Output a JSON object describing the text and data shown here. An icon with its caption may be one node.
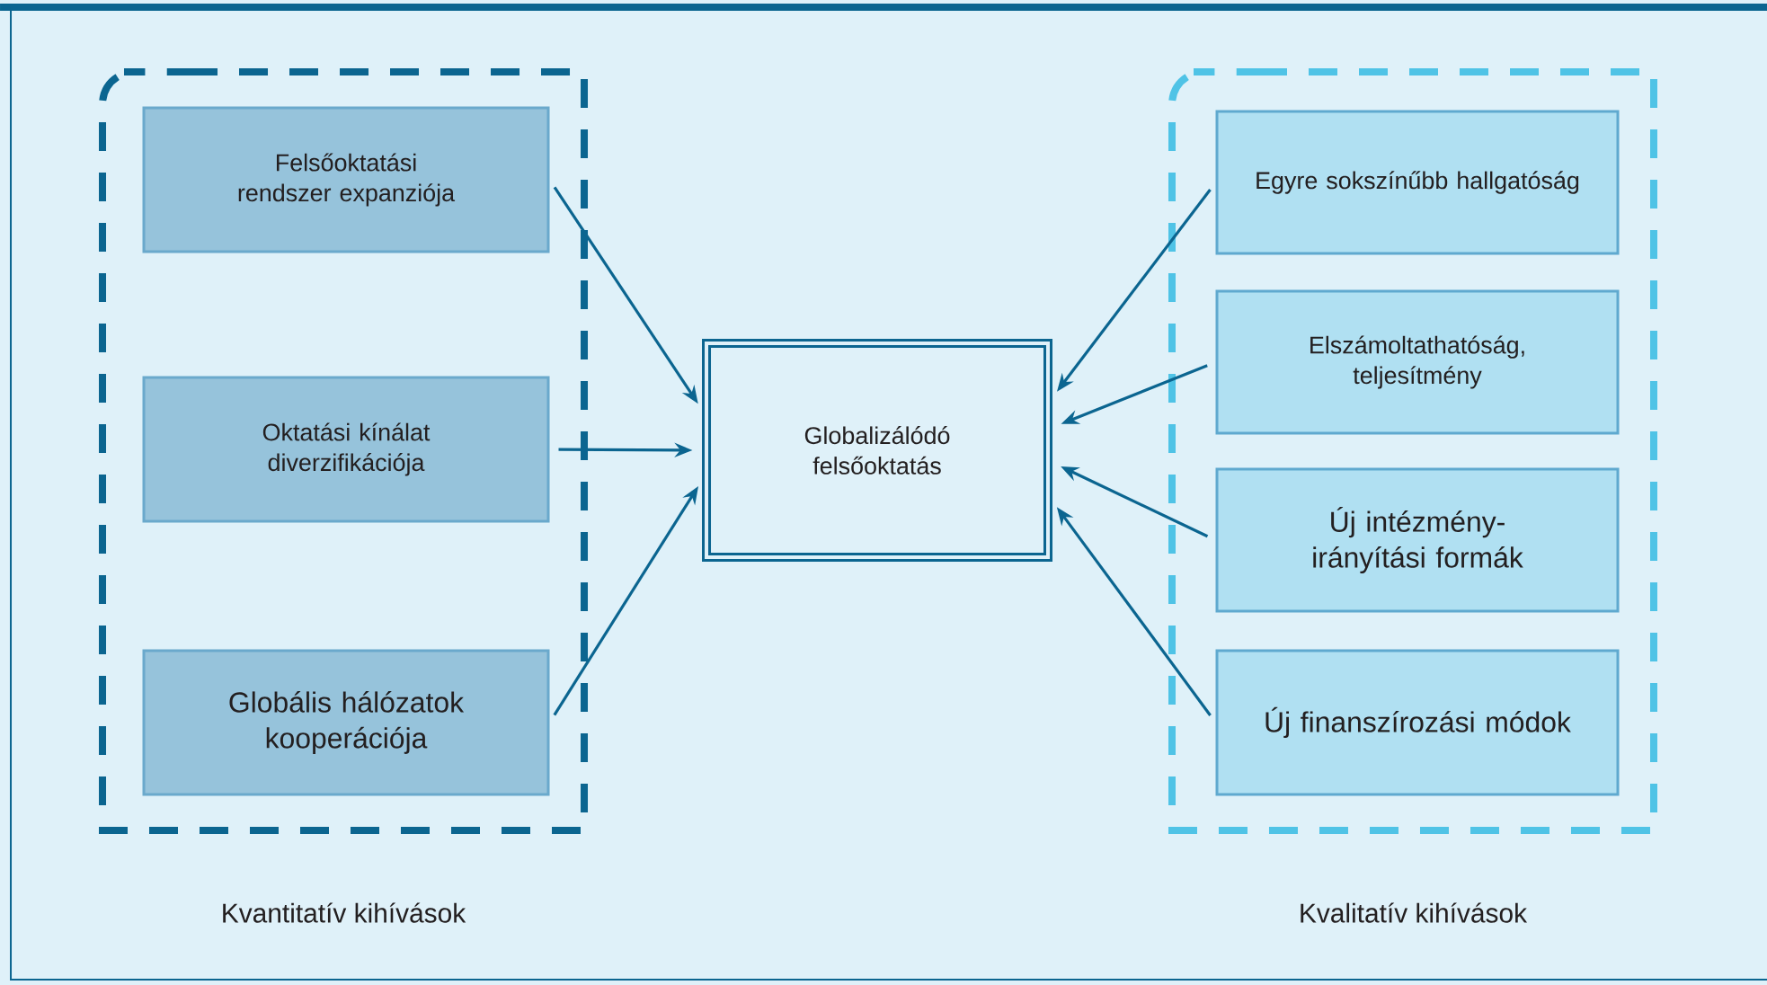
{
  "diagram": {
    "nodes": [
      {
        "text": [
          "Kvantitatív kihívások"
        ]
      },
      {
        "text": [
          "Felsőoktatási rendszer expanziója"
        ],
        "in": 0
      },
      {
        "text": [
          "Oktatási kínálat diverzifikációja"
        ],
        "in": 0
      },
      {
        "text": [
          "Globális hálózatok kooperációja"
        ],
        "in": 0
      },
      {
        "text": [
          "Globalizálódó felsőoktatás"
        ]
      },
      {
        "text": [
          "Kvalitatív kihívások"
        ]
      },
      {
        "text": [
          "Egyre sokszínűbb hallgatóság"
        ],
        "in": 5
      },
      {
        "text": [
          "Elszámoltathatóság, teljesítmény"
        ],
        "in": 5
      },
      {
        "text": [
          "Új intézmény-irányítási formák"
        ],
        "in": 5
      },
      {
        "text": [
          "Új finanszírozási módok"
        ],
        "in": 5
      }
    ],
    "edges": [
      {
        "from": 1,
        "to": 4,
        "arrow": "to"
      },
      {
        "from": 2,
        "to": 4,
        "arrow": "to"
      },
      {
        "from": 3,
        "to": 4,
        "arrow": "to"
      },
      {
        "from": 6,
        "to": 4,
        "arrow": "to"
      },
      {
        "from": 7,
        "to": 4,
        "arrow": "to"
      },
      {
        "from": 8,
        "to": 4,
        "arrow": "to"
      },
      {
        "from": 9,
        "to": 4,
        "arrow": "to"
      }
    ]
  }
}
